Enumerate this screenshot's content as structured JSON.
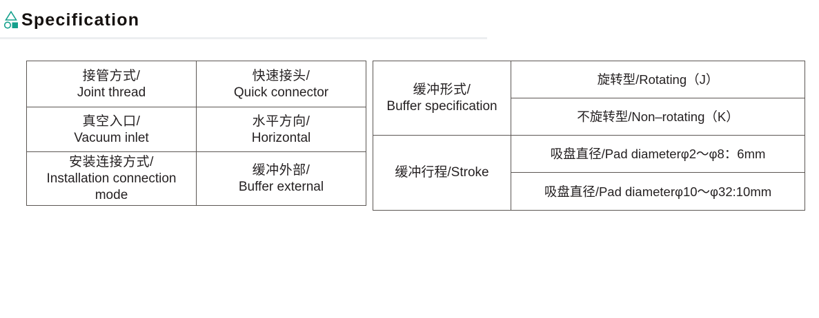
{
  "header": {
    "title": "Specification",
    "icon": "geometric-shapes-icon",
    "icon_color": "#14a08c",
    "rule_color": "#eceef0"
  },
  "tables": {
    "joint": {
      "name": "joint-specification-table",
      "rows": [
        {
          "left_cn": "接管方式/",
          "left_en": "Joint thread",
          "right_cn": "快速接头/",
          "right_en": "Quick connector"
        },
        {
          "left_cn": "真空入口/",
          "left_en": "Vacuum inlet",
          "right_cn": "水平方向/",
          "right_en": "Horizontal"
        },
        {
          "left_cn": "安装连接方式/",
          "left_en": "Installation connection mode",
          "right_cn": "缓冲外部/",
          "right_en": "Buffer external"
        }
      ]
    },
    "buffer": {
      "name": "buffer-specification-table",
      "groups": [
        {
          "label_cn": "缓冲形式/",
          "label_en": "Buffer specification",
          "values": [
            "旋转型/Rotating（J）",
            "不旋转型/Non–rotating（K）"
          ]
        },
        {
          "label_cn": "",
          "label_en": "缓冲行程/Stroke",
          "values": [
            "吸盘直径/Pad diameterφ2～φ8：6mm",
            "吸盘直径/Pad diameterφ10～φ32:10mm"
          ]
        }
      ]
    }
  }
}
